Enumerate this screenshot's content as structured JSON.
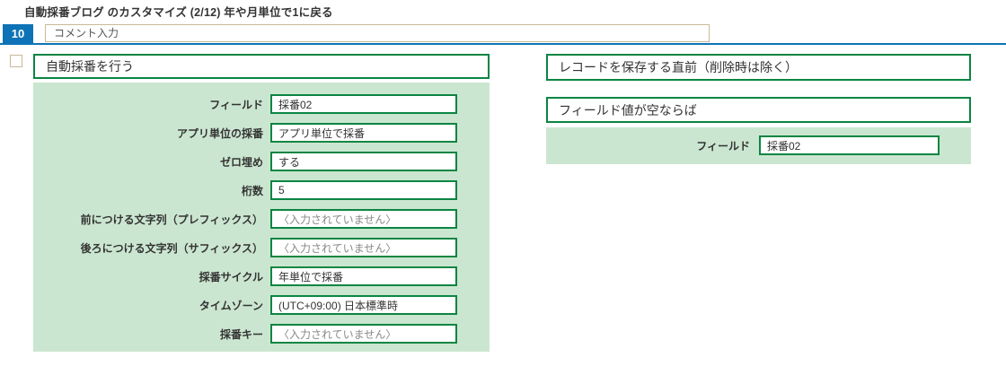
{
  "colors": {
    "accent_blue": "#0d73b6",
    "panel_green_border": "#0a8542",
    "panel_green_bg": "#cbe6d0",
    "input_tan_border": "#c9b996",
    "empty_text_gray": "#888888"
  },
  "header": {
    "title": "自動採番ブログ のカスタマイズ (2/12) 年や月単位で1に戻る",
    "step_number": "10",
    "comment_placeholder": "コメント入力"
  },
  "left_panel": {
    "checkbox_checked": false,
    "title": "自動採番を行う",
    "rows": [
      {
        "label": "フィールド",
        "value": "採番02",
        "empty": false
      },
      {
        "label": "アプリ単位の採番",
        "value": "アプリ単位で採番",
        "empty": false
      },
      {
        "label": "ゼロ埋め",
        "value": "する",
        "empty": false
      },
      {
        "label": "桁数",
        "value": "5",
        "empty": false
      },
      {
        "label": "前につける文字列（プレフィックス）",
        "value": "〈入力されていません〉",
        "empty": true
      },
      {
        "label": "後ろにつける文字列（サフィックス）",
        "value": "〈入力されていません〉",
        "empty": true
      },
      {
        "label": "採番サイクル",
        "value": "年単位で採番",
        "empty": false
      },
      {
        "label": "タイムゾーン",
        "value": "(UTC+09:00) 日本標準時",
        "empty": false
      },
      {
        "label": "採番キー",
        "value": "〈入力されていません〉",
        "empty": true
      }
    ]
  },
  "right_panel": {
    "event_title": "レコードを保存する直前（削除時は除く）",
    "condition_title": "フィールド値が空ならば",
    "rows": [
      {
        "label": "フィールド",
        "value": "採番02",
        "empty": false
      }
    ]
  }
}
